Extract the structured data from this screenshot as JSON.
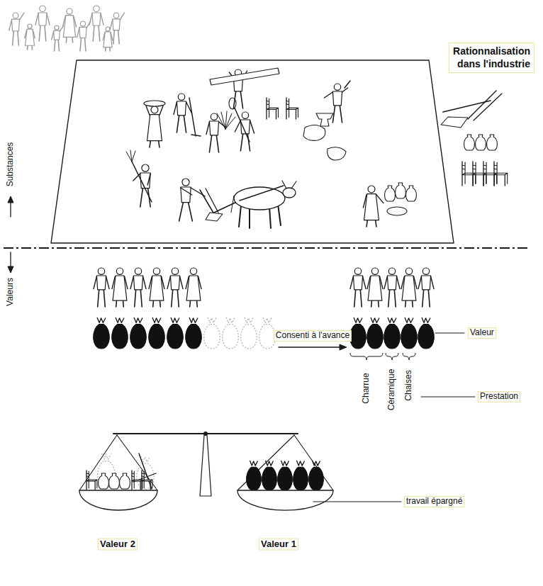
{
  "diagram": {
    "title": "Rationnalisation dans l'industrie",
    "labels": [
      "Substances",
      "Valeurs",
      "Consenti à l'avance",
      "Valeur",
      "Charrue",
      "Céramique",
      "Chaises",
      "Prestation",
      "travail épargné",
      "Valeur 2",
      "Valeur 1"
    ]
  }
}
